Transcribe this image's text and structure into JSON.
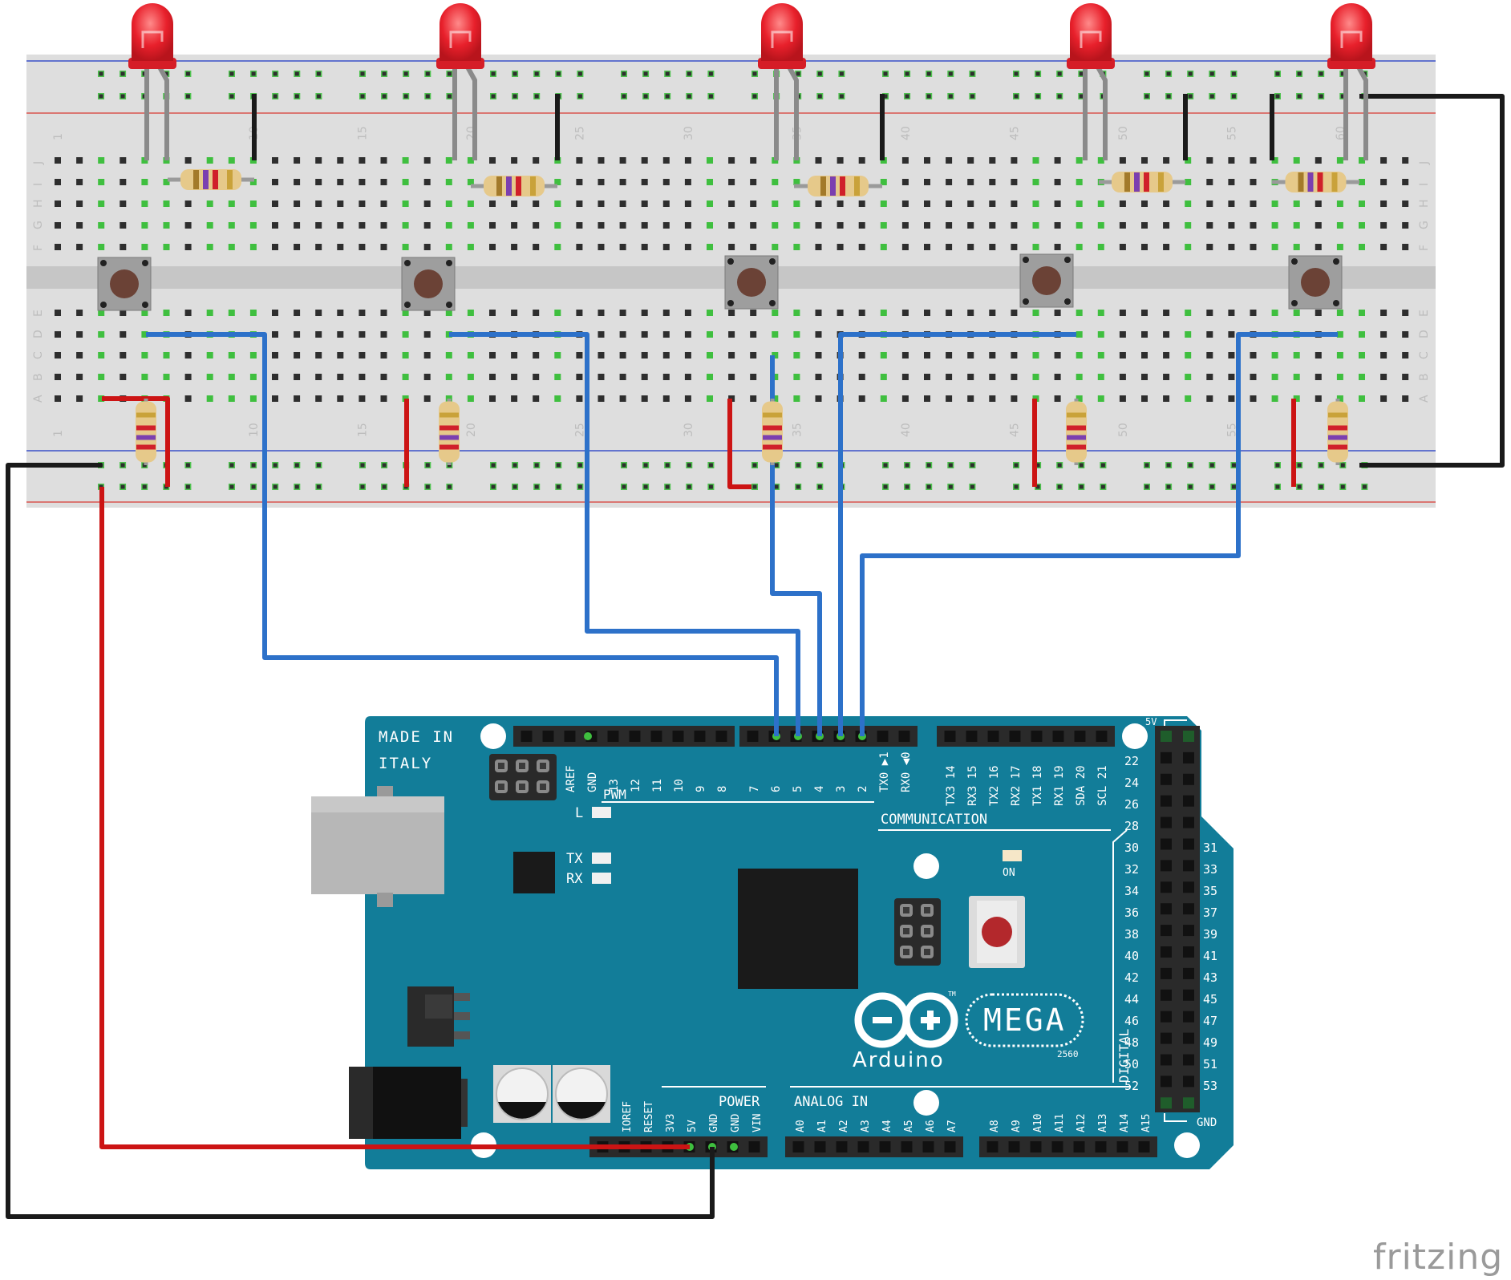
{
  "breadboard": {
    "column_numbers": [
      "1",
      "10",
      "15",
      "20",
      "25",
      "30",
      "35",
      "40",
      "45",
      "50",
      "55",
      "60"
    ],
    "row_letters_top": [
      "J",
      "I",
      "H",
      "G",
      "F"
    ],
    "row_letters_bottom": [
      "E",
      "D",
      "C",
      "B",
      "A"
    ]
  },
  "arduino": {
    "made_in": "MADE IN",
    "italy": "ITALY",
    "pwm": "PWM",
    "communication": "COMMUNICATION",
    "power": "POWER",
    "analog_in": "ANALOG IN",
    "digital": "DIGITAL",
    "brand": "Arduino",
    "model": "MEGA",
    "model_number": "2560",
    "trademark": "TM",
    "led_labels": {
      "l": "L",
      "tx": "TX",
      "rx": "RX",
      "on": "ON"
    },
    "header_5v": "5V",
    "header_gnd": "GND",
    "top_pins_left": [
      "AREF",
      "GND",
      "13",
      "12",
      "11",
      "10",
      "9",
      "8"
    ],
    "top_pins_mid": [
      "7",
      "6",
      "5",
      "4",
      "3",
      "2",
      "TX0 ▶1",
      "RX0 ◀0"
    ],
    "top_pins_comm": [
      "TX3 14",
      "RX3 15",
      "TX2 16",
      "RX2 17",
      "TX1 18",
      "RX1 19",
      "SDA 20",
      "SCL 21"
    ],
    "power_pins": [
      "IOREF",
      "RESET",
      "3V3",
      "5V",
      "GND",
      "GND",
      "VIN"
    ],
    "analog_pins_a": [
      "A0",
      "A1",
      "A2",
      "A3",
      "A4",
      "A5",
      "A6",
      "A7"
    ],
    "analog_pins_b": [
      "A8",
      "A9",
      "A10",
      "A11",
      "A12",
      "A13",
      "A14",
      "A15"
    ],
    "digital_left": [
      "22",
      "24",
      "26",
      "28",
      "30",
      "32",
      "34",
      "36",
      "38",
      "40",
      "42",
      "44",
      "46",
      "48",
      "50",
      "52"
    ],
    "digital_right": [
      "31",
      "33",
      "35",
      "37",
      "39",
      "41",
      "43",
      "45",
      "47",
      "49",
      "51",
      "53"
    ]
  },
  "watermark": "fritzing",
  "colors": {
    "board": "#127d99",
    "wire_blue": "#2d71c9",
    "wire_red": "#cc1414",
    "wire_black": "#1a1a1a",
    "led": "#e8202b",
    "breadboard": "#dcdcdc",
    "rail_red": "#d9534f",
    "rail_blue": "#3a50c8"
  }
}
